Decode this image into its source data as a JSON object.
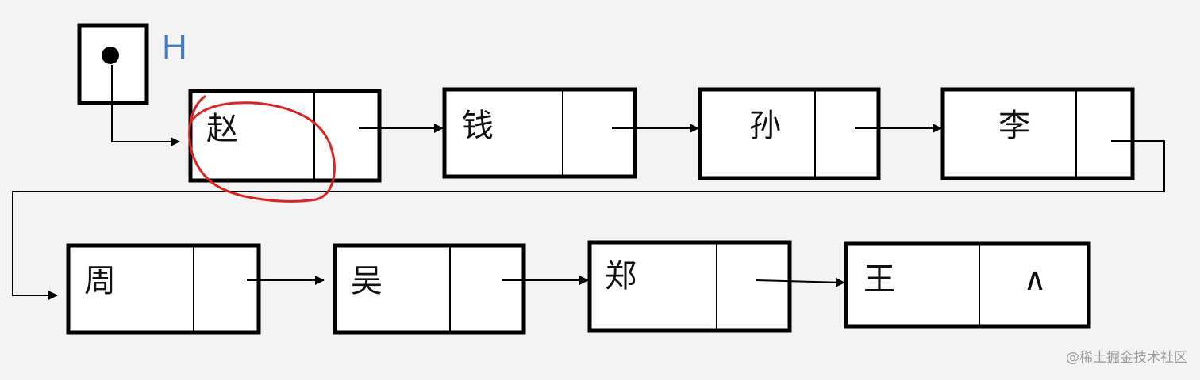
{
  "head": {
    "label": "H"
  },
  "nodes": [
    {
      "data": "赵",
      "next": ""
    },
    {
      "data": "钱",
      "next": ""
    },
    {
      "data": "孙",
      "next": ""
    },
    {
      "data": "李",
      "next": ""
    },
    {
      "data": "周",
      "next": ""
    },
    {
      "data": "吴",
      "next": ""
    },
    {
      "data": "郑",
      "next": ""
    },
    {
      "data": "王",
      "next": "∧"
    }
  ],
  "colors": {
    "head_label": "#4a7ab8",
    "annotation_circle": "#e02020"
  },
  "watermark": "@稀土掘金技术社区"
}
